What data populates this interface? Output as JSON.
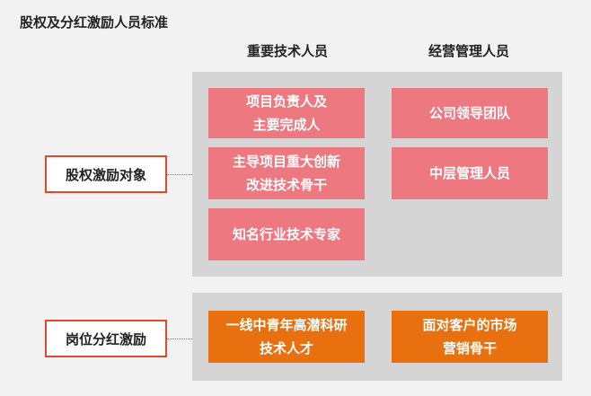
{
  "title": "股权及分红激励人员标准",
  "columns": {
    "left": "重要技术人员",
    "right": "经营管理人员"
  },
  "rows": {
    "equity": {
      "label": "股权激励对象",
      "left_items": [
        [
          "项目负责人及",
          "主要完成人"
        ],
        [
          "主导项目重大创新",
          "改进技术骨干"
        ],
        [
          "知名行业技术专家"
        ]
      ],
      "right_items": [
        [
          "公司领导团队"
        ],
        [
          "中层管理人员"
        ]
      ]
    },
    "position": {
      "label": "岗位分红激励",
      "left_items": [
        [
          "一线中青年高潜科研",
          "技术人才"
        ]
      ],
      "right_items": [
        [
          "面对客户的市场",
          "营销骨干"
        ]
      ]
    }
  },
  "colors": {
    "panel": "#d5d5d5",
    "equity_box": "#ee7880",
    "position_box": "#e8700e",
    "label_border": "#e04a2a"
  }
}
